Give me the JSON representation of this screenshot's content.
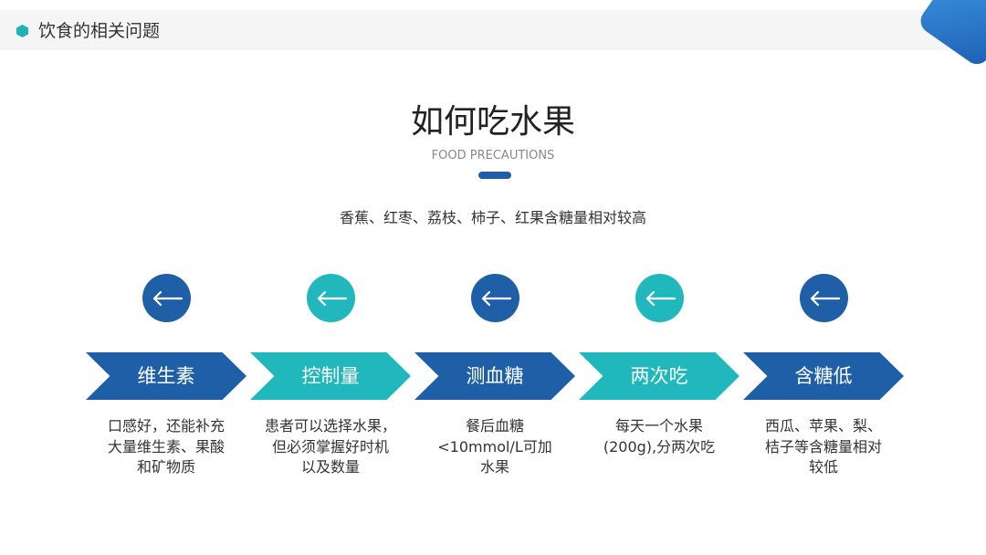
{
  "header": {
    "title": "饮食的相关问题"
  },
  "main": {
    "title": "如何吃水果",
    "subtitle": "FOOD PRECAUTIONS",
    "intro": "香蕉、红枣、荔枝、柿子、红果含糖量相对较高"
  },
  "colors": {
    "blue": "#1f5fa8",
    "teal": "#20b8bd",
    "corner": "#2a7fd4"
  },
  "steps": [
    {
      "icon": "left-arrow-icon",
      "label": "维生素",
      "color": "blue",
      "desc": [
        "口感好，还能补充",
        "大量维生素、果酸",
        "和矿物质"
      ]
    },
    {
      "icon": "left-arrow-icon",
      "label": "控制量",
      "color": "teal",
      "desc": [
        "患者可以选择水果，",
        "但必须掌握好时机",
        "以及数量"
      ]
    },
    {
      "icon": "left-arrow-icon",
      "label": "测血糖",
      "color": "blue",
      "desc": [
        "餐后血糖",
        "<10mmol/L可加",
        "水果"
      ]
    },
    {
      "icon": "left-arrow-icon",
      "label": "两次吃",
      "color": "teal",
      "desc": [
        "每天一个水果",
        "(200g),分两次吃"
      ]
    },
    {
      "icon": "left-arrow-icon",
      "label": "含糖低",
      "color": "blue",
      "desc": [
        "西瓜、苹果、梨、",
        "桔子等含糖量相对",
        "较低"
      ]
    }
  ]
}
